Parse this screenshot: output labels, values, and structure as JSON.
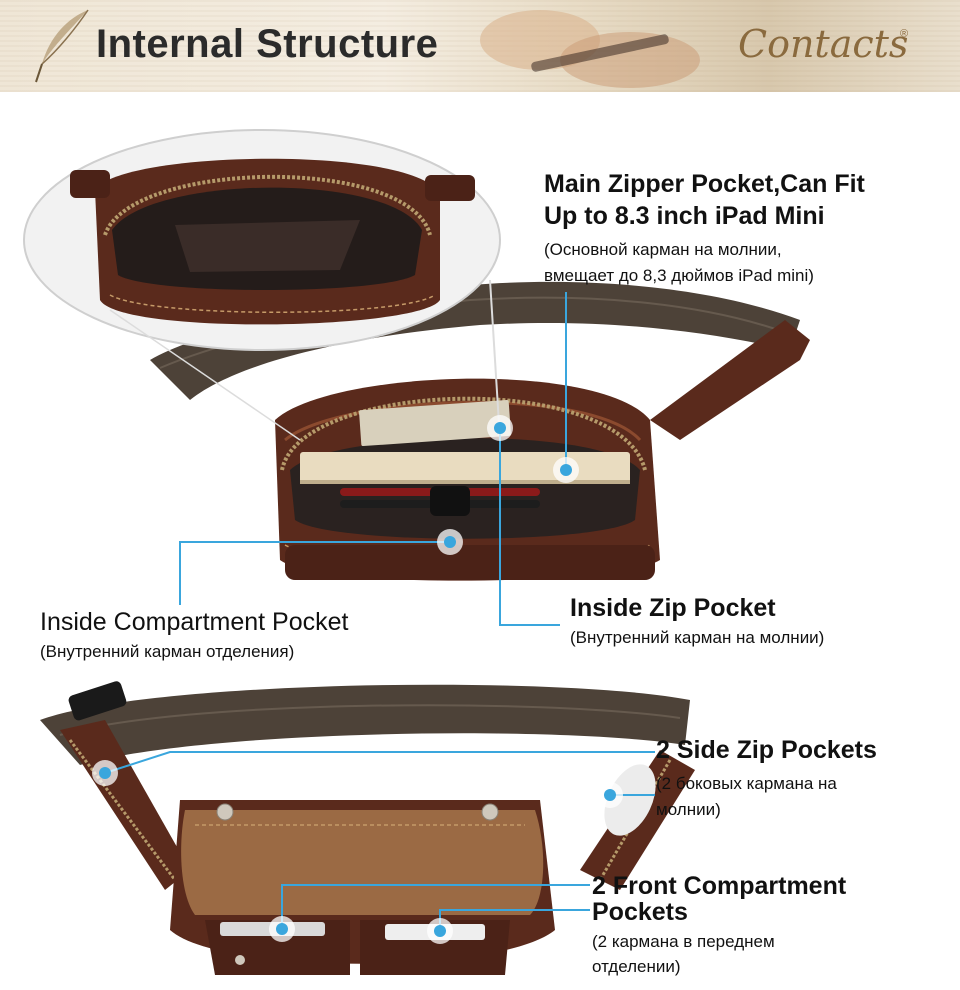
{
  "header": {
    "title": "Internal Structure",
    "logo_text": "Contacts",
    "logo_mark": "®"
  },
  "callouts": {
    "main_zipper": {
      "title_line1": "Main Zipper Pocket,Can Fit",
      "title_line2": "Up to 8.3 inch iPad Mini",
      "sub_line1": "(Основной карман на молнии,",
      "sub_line2": "вмещает до 8,3 дюймов iPad mini)"
    },
    "inside_compartment": {
      "title": "Inside Compartment Pocket",
      "sub": "(Внутренний карман отделения)"
    },
    "inside_zip": {
      "title": "Inside Zip Pocket",
      "sub": "(Внутренний карман на молнии)"
    },
    "side_zip": {
      "title": "2 Side Zip Pockets",
      "sub_line1": "(2 боковых кармана на",
      "sub_line2": "молнии)"
    },
    "front_compartment": {
      "title_line1": "2 Front Compartment",
      "title_line2": "Pockets",
      "sub_line1": "(2 кармана в переднем",
      "sub_line2": "отделении)"
    }
  },
  "colors": {
    "leader_line": "#3aa6dd",
    "leather": "#5a2a1c",
    "strap": "#4a3f36"
  }
}
